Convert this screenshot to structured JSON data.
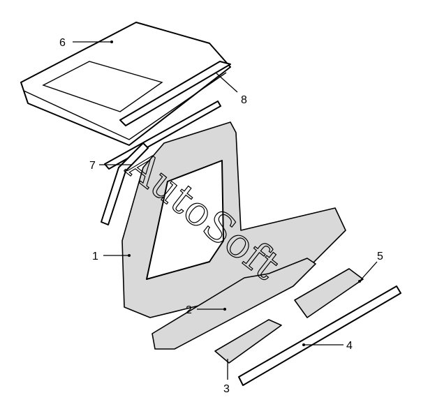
{
  "callouts": [
    {
      "id": "1",
      "label": "1"
    },
    {
      "id": "2",
      "label": "2"
    },
    {
      "id": "3",
      "label": "3"
    },
    {
      "id": "4",
      "label": "4"
    },
    {
      "id": "5",
      "label": "5"
    },
    {
      "id": "6",
      "label": "6"
    },
    {
      "id": "7",
      "label": "7"
    },
    {
      "id": "8",
      "label": "8"
    }
  ],
  "watermark": "AutoSoft"
}
